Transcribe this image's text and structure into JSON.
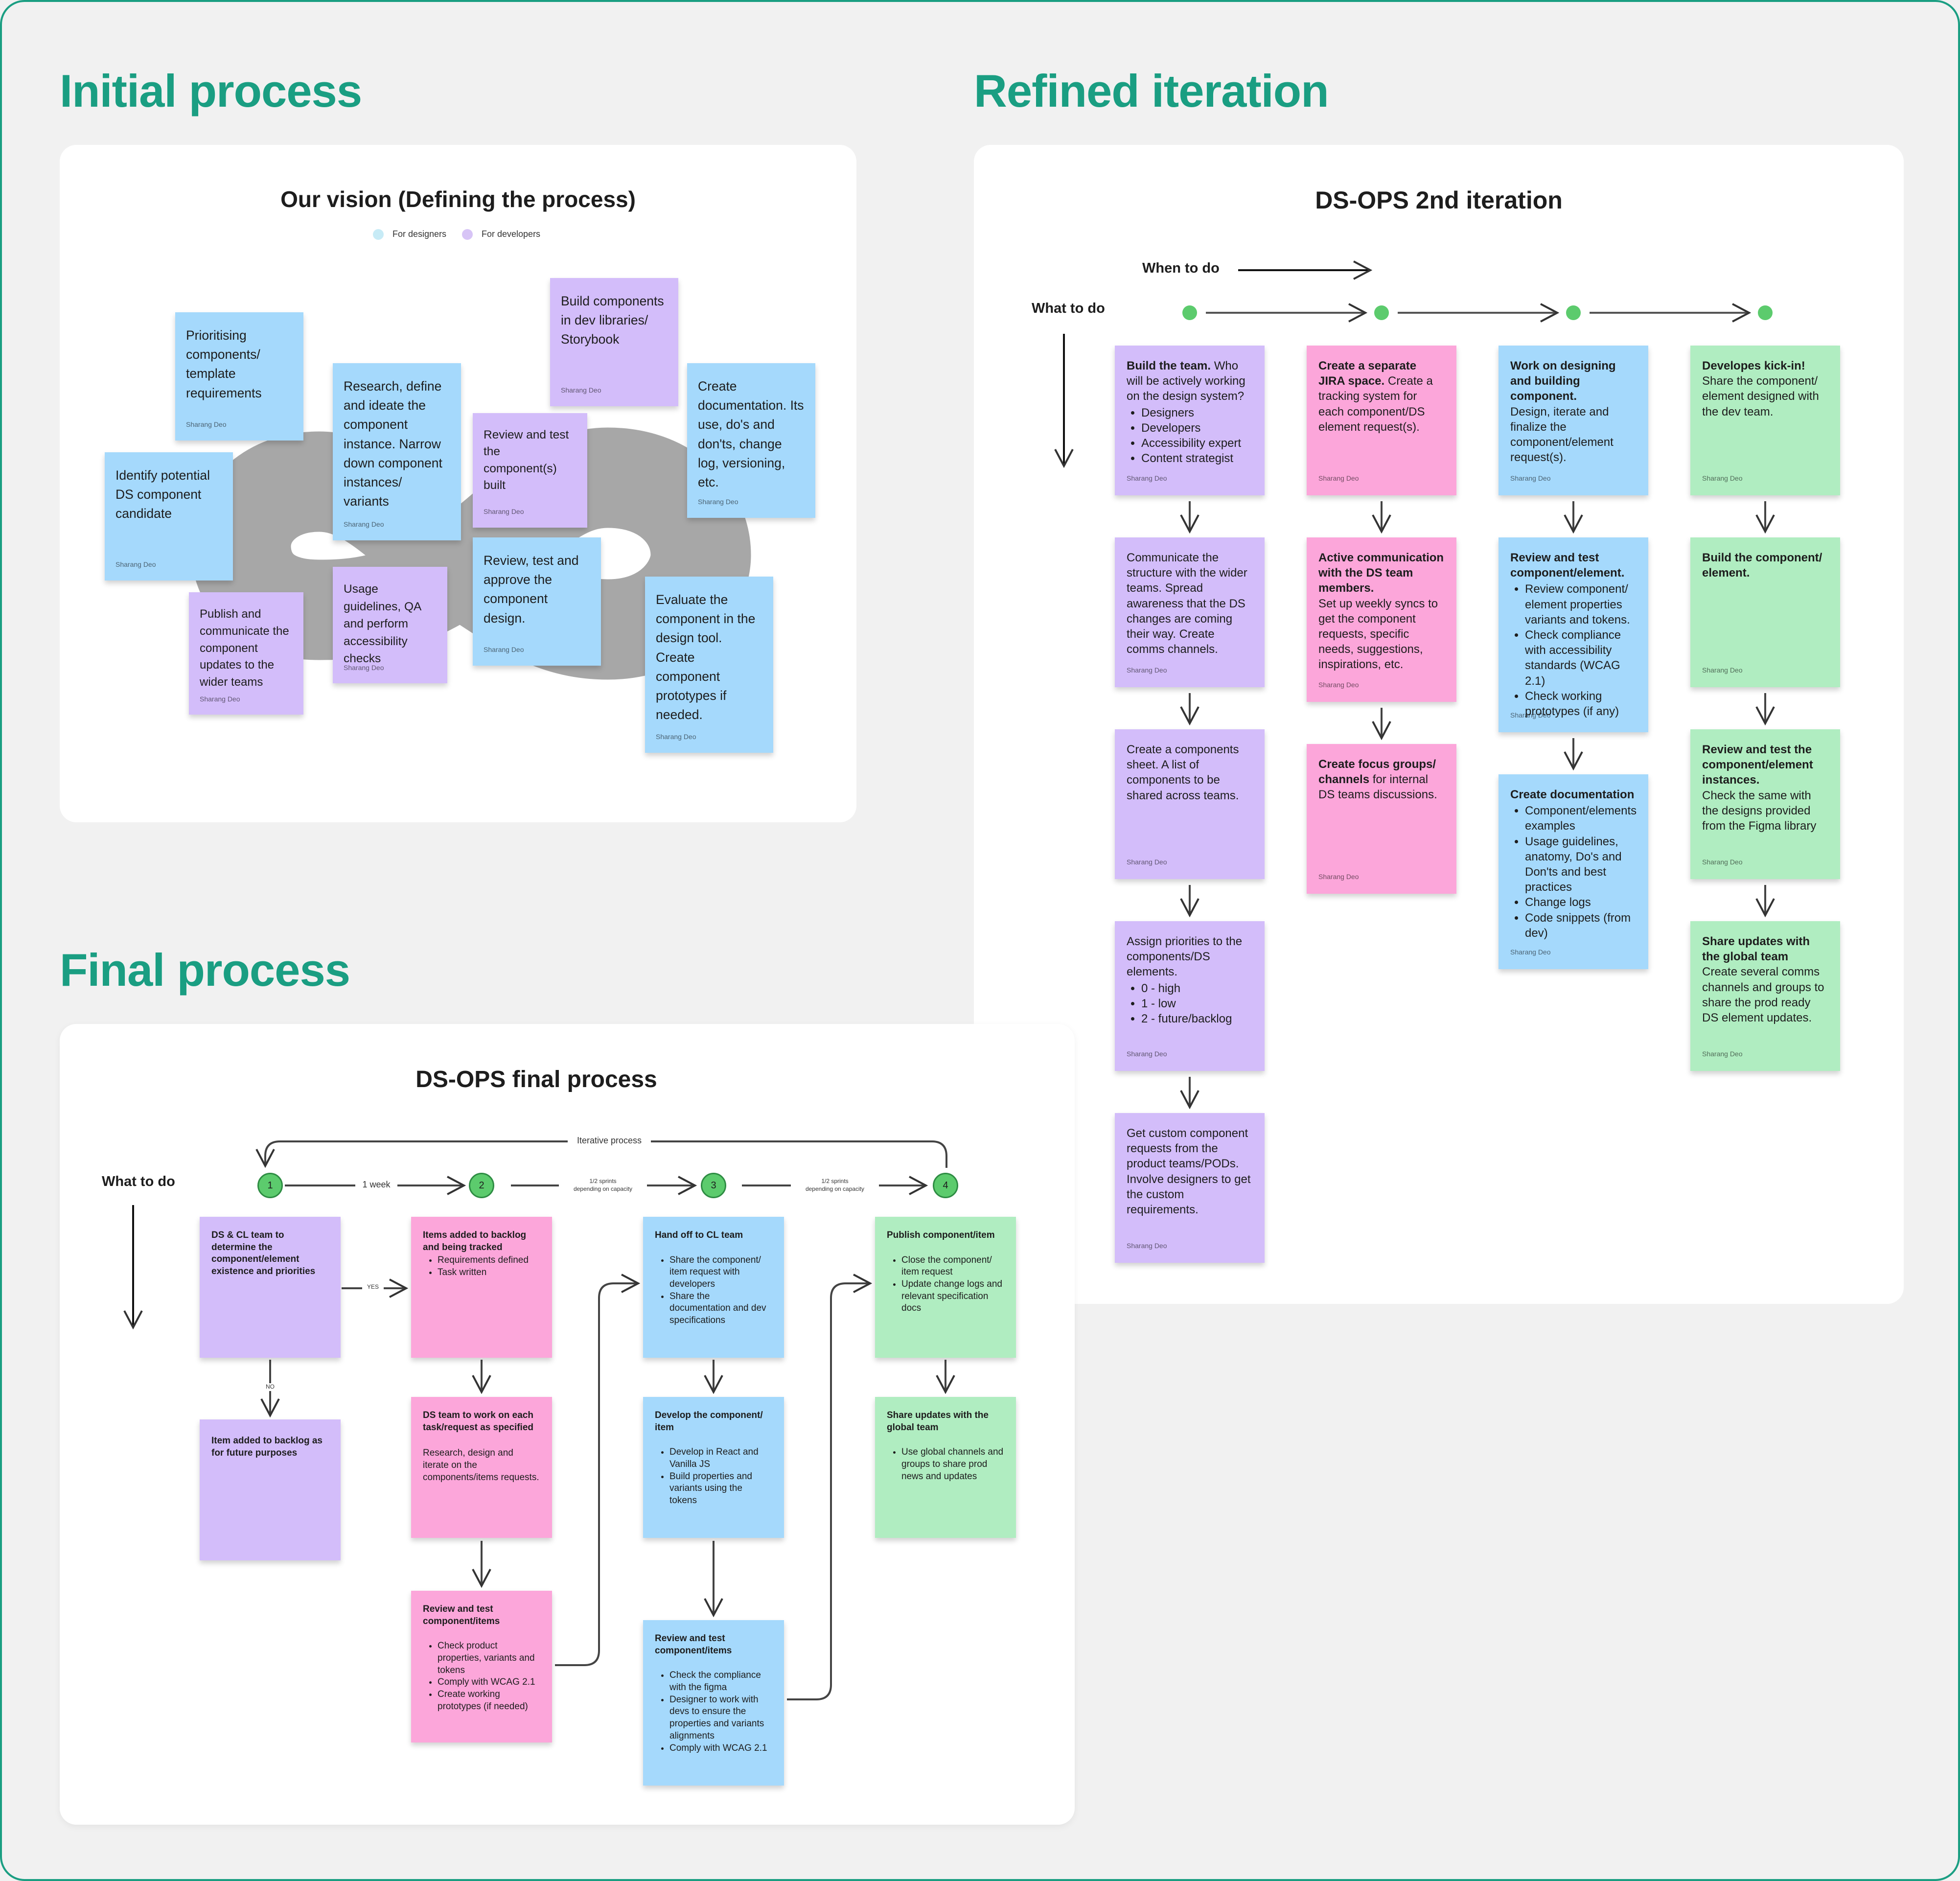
{
  "sections": {
    "initial": "Initial process",
    "refined": "Refined iteration",
    "final": "Final process"
  },
  "vision": {
    "title": "Our vision (Defining the process)",
    "legend": {
      "designers": "For designers",
      "developers": "For developers",
      "designers_color": "#a5d9fc",
      "developers_color": "#d3bdfa"
    },
    "author": "Sharang Deo",
    "notes": {
      "prioritising": "Prioritising components/ template requirements",
      "identify": "Identify potential DS component candidate",
      "publish": "Publish and communicate the component updates to the wider teams",
      "research": "Research, define and ideate the component instance. Narrow down component instances/ variants",
      "usage": "Usage guidelines, QA and perform accessibility checks",
      "build": "Build components in dev libraries/ Storybook",
      "review_built": "Review and test the component(s) built",
      "review_approve": "Review, test and approve the component design.",
      "documentation": "Create documentation. Its use, do's and don'ts, change log, versioning, etc.",
      "evaluate": "Evaluate the component in the design tool. Create component prototypes if needed."
    }
  },
  "iteration": {
    "title": "DS-OPS 2nd iteration",
    "when_label": "When to do",
    "what_label": "What to do",
    "author": "Sharang Deo",
    "col1": {
      "n1_bold": "Build the team.",
      "n1_text": " Who will be actively working on the design system?",
      "n1_items": [
        "Designers",
        "Developers",
        "Accessibility expert",
        "Content strategist"
      ],
      "n2_text": "Communicate the structure with the wider teams. Spread awareness that the DS changes are coming their way. Create comms channels.",
      "n3_text": "Create a components sheet. A list of components to be shared across teams.",
      "n4_text": "Assign priorities to the components/DS elements.",
      "n4_items": [
        "0 - high",
        "1 - low",
        "2 - future/backlog"
      ],
      "n5_text": "Get custom component requests from the product teams/PODs. Involve designers to get the custom requirements."
    },
    "col2": {
      "n1_bold": "Create a separate JIRA space.",
      "n1_text": " Create a tracking system for each component/DS element request(s).",
      "n2_bold": "Active communication with the DS team members.",
      "n2_text": "Set up weekly syncs to get the component requests, specific needs, suggestions, inspirations, etc.",
      "n3_bold": "Create focus groups/ channels",
      "n3_text": " for internal DS teams discussions."
    },
    "col3": {
      "n1_bold": "Work on designing and building component.",
      "n1_text": "Design, iterate and finalize the component/element request(s).",
      "n2_bold": "Review and test component/element.",
      "n2_items": [
        "Review component/ element properties variants and tokens.",
        "Check compliance with accessibility standards (WCAG 2.1)",
        "Check working prototypes (if any)"
      ],
      "n3_bold": "Create documentation",
      "n3_items": [
        "Component/elements examples",
        "Usage guidelines, anatomy, Do's and Don'ts and best practices",
        "Change logs",
        "Code snippets (from dev)"
      ]
    },
    "col4": {
      "n1_bold": "Developes kick-in!",
      "n1_text": "Share the component/ element designed with the dev team.",
      "n2_bold": "Build the component/ element.",
      "n3_bold": "Review and test the component/element instances.",
      "n3_text": "Check the same with the designs provided from the Figma library",
      "n4_bold": "Share updates with the global team",
      "n4_text": "Create several comms channels and groups to share the prod ready DS element updates."
    }
  },
  "final": {
    "title": "DS-OPS final process",
    "what_label": "What to do",
    "iterative_label": "Iterative process",
    "steps": [
      "1",
      "2",
      "3",
      "4"
    ],
    "one_week": "1 week",
    "sprints_a": "1/2 sprints",
    "sprints_b": "depending on capacity",
    "yes": "YES",
    "no": "NO",
    "c1": {
      "n1_bold": "DS & CL team to determine the component/element existence and priorities",
      "n2_bold": "Item added to backlog as for future purposes"
    },
    "c2": {
      "n1_bold": "Items added to backlog and being tracked",
      "n1_items": [
        "Requirements defined",
        "Task written"
      ],
      "n2_bold": "DS team to work on each task/request as specified",
      "n2_text": "Research, design and iterate on the components/items requests.",
      "n3_bold": "Review and test component/items",
      "n3_items": [
        "Check product properties, variants and tokens",
        "Comply with WCAG 2.1",
        "Create working prototypes (if needed)"
      ]
    },
    "c3": {
      "n1_bold": "Hand off to CL team",
      "n1_items": [
        "Share the component/ item request with developers",
        "Share the documentation and dev specifications"
      ],
      "n2_bold": "Develop the component/ item",
      "n2_items": [
        "Develop in React and Vanilla JS",
        "Build properties and variants using the tokens"
      ],
      "n3_bold": "Review and test component/items",
      "n3_items": [
        "Check the compliance with the figma",
        "Designer to work with devs to ensure the properties and variants alignments",
        "Comply with WCAG 2.1"
      ]
    },
    "c4": {
      "n1_bold": "Publish component/item",
      "n1_items": [
        "Close the component/ item request",
        "Update change logs and relevant specification docs"
      ],
      "n2_bold": "Share updates with the global team",
      "n2_items": [
        "Use global channels and groups to share prod news and updates"
      ]
    }
  }
}
